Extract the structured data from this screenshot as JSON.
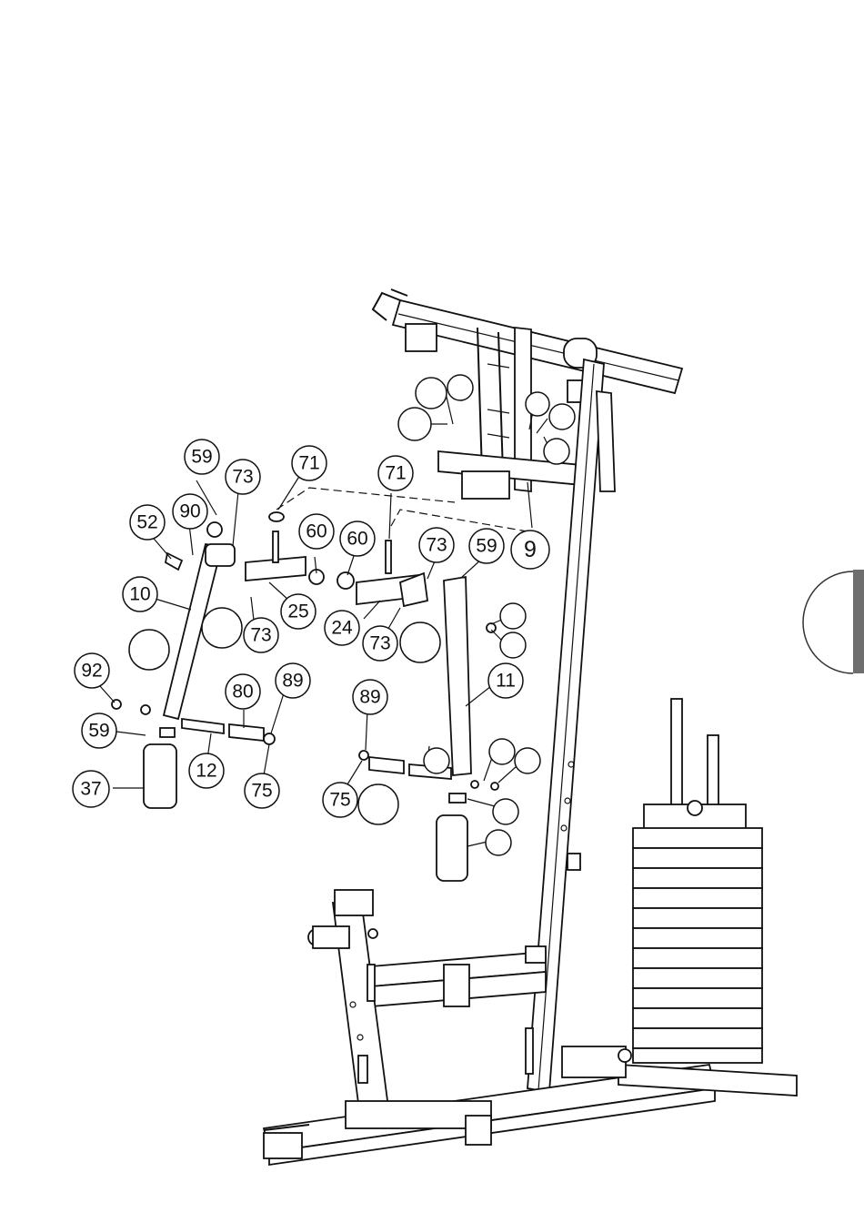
{
  "callouts": [
    {
      "id": "c59a",
      "label": "59"
    },
    {
      "id": "c73a",
      "label": "73"
    },
    {
      "id": "c71a",
      "label": "71"
    },
    {
      "id": "c71b",
      "label": "71"
    },
    {
      "id": "c52",
      "label": "52"
    },
    {
      "id": "c90",
      "label": "90"
    },
    {
      "id": "c60a",
      "label": "60"
    },
    {
      "id": "c60b",
      "label": "60"
    },
    {
      "id": "c73b",
      "label": "73"
    },
    {
      "id": "c59b",
      "label": "59"
    },
    {
      "id": "c9",
      "label": "9"
    },
    {
      "id": "c10",
      "label": "10"
    },
    {
      "id": "c25",
      "label": "25"
    },
    {
      "id": "c24",
      "label": "24"
    },
    {
      "id": "c73c",
      "label": "73"
    },
    {
      "id": "c73d",
      "label": "73"
    },
    {
      "id": "c11",
      "label": "11"
    },
    {
      "id": "c92",
      "label": "92"
    },
    {
      "id": "c80",
      "label": "80"
    },
    {
      "id": "c89a",
      "label": "89"
    },
    {
      "id": "c89b",
      "label": "89"
    },
    {
      "id": "c59c",
      "label": "59"
    },
    {
      "id": "c12",
      "label": "12"
    },
    {
      "id": "c37",
      "label": "37"
    },
    {
      "id": "c75a",
      "label": "75"
    },
    {
      "id": "c75b",
      "label": "75"
    }
  ],
  "icons": {
    "page_tab": "half-circle-tab-icon"
  }
}
